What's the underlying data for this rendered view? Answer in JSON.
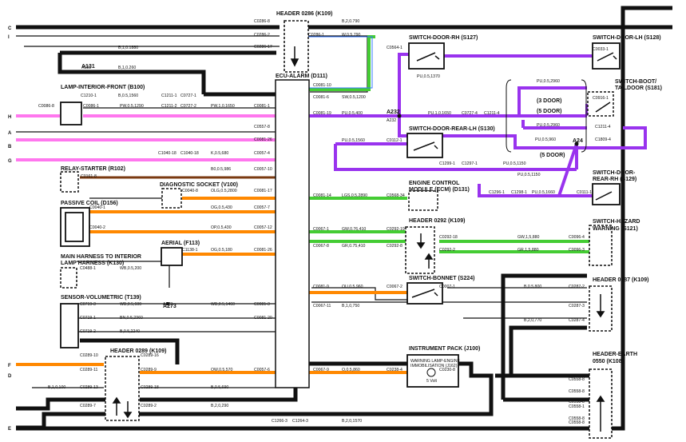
{
  "colors": {
    "black": "#111111",
    "purple": "#9933ee",
    "pink": "#ff77ee",
    "green": "#44cc33",
    "orange": "#ff8800",
    "brown": "#7a3a10",
    "blue": "#3377ff",
    "gray": "#999999"
  },
  "components": {
    "header_0286": "HEADER 0286 (K109)",
    "lamp_interior": "LAMP-INTERIOR-FRONT (B100)",
    "ecu_alarm": "ECU-ALARM (D111)",
    "relay_starter": "RELAY-STARTER (R102)",
    "diag_socket": "DIAGNOSTIC SOCKET (V100)",
    "passive_coil": "PASSIVE COIL (D156)",
    "aerial": "AERIAL (F113)",
    "main_harness_1": "MAIN HARNESS TO INTERIOR",
    "main_harness_2": "LAMP HARNESS (K130)",
    "sensor_volumetric": "SENSOR-VOLUMETRIC (T139)",
    "header_0289": "HEADER 0289 (K109)",
    "switch_door_rh": "SWITCH-DOOR-RH (S127)",
    "switch_door_lh": "SWITCH-DOOR-LH (S128)",
    "switch_boot_1": "SWITCH-BOOT/",
    "switch_boot_2": "TAILDOOR (S181)",
    "switch_door_rear_lh": "SWITCH-DOOR-REAR-LH (S130)",
    "switch_door_rear_rh_1": "SWITCH-DOOR-",
    "switch_door_rear_rh_2": "REAR-RH (S129)",
    "ecm_1": "ENGINE CONTROL",
    "ecm_2": "MODULE (ECM) (D131)",
    "header_0292": "HEADER 0292 (K109)",
    "hazard_1": "SWITCH-HAZARD",
    "hazard_2": "WARNING (S121)",
    "switch_bonnet": "SWITCH-BONNET (S224)",
    "header_0287": "HEADER 0287 (K109)",
    "instrument_pack": "INSTRUMENT PACK (J100)",
    "warning_lamp_1": "WARNING LAMP-ENGINE",
    "warning_lamp_2": "IMMOBILISATION (J162)",
    "header_earth_1": "HEADER-EARTH",
    "header_earth_2": "0550 (K108)",
    "door_3": "(3 DOOR)",
    "door_5a": "(5 DOOR)",
    "door_5b": "(5 DOOR)",
    "a24": "A24",
    "a232": "A232",
    "a131": "A131",
    "a273": "A273",
    "pin_5v": "5 Volt"
  },
  "side_labels": [
    "C",
    "I",
    "H",
    "A",
    "B",
    "G",
    "F",
    "D",
    "E"
  ],
  "labels": [
    "C0286-8",
    "B,2,0.790",
    "C0286-2",
    "C0286-1",
    "W,0.5,790",
    "C0286-17",
    "B,1,0.1880",
    "A131",
    "B,1,0.260",
    "C1210-1",
    "B,0.5,1560",
    "C1211-1",
    "C0727-1",
    "C0086-8",
    "C0086-1",
    "PW,0.5,1290",
    "C1211-2",
    "C0727-2",
    "PW,1,0,1650",
    "C0081-1",
    "C0081-10",
    "C0081-6",
    "SW,0.5,1200",
    "C0081-19",
    "PU,0.5,400",
    "A232",
    "C0557-8",
    "C0081-26",
    "C1040-18",
    "C1040-18",
    "K,0.5,680",
    "C0057-4",
    "B0,0.5,986",
    "C0057-10",
    "C0161-8",
    "C0040-8",
    "OLG,0.5,2800",
    "C0081-17",
    "C0040-1",
    "OG,0.5,430",
    "C0057-7",
    "C0040-2",
    "OP,0.5,430",
    "C0057-12",
    "C1138-1",
    "OG,0.5,180",
    "C0081-26",
    "C0488-1",
    "WB,0.5,200",
    "C0719-3",
    "WB,0.5,600",
    "A273",
    "WB,0.5,1460",
    "C0081-3",
    "C0719-1",
    "BN,0.5,2360",
    "C0081-20",
    "C0719-2",
    "B,0.5,2240",
    "C0289-10",
    "C0289-16",
    "C0289-11",
    "C0289-9",
    "OW,0.5,570",
    "C0057-6",
    "C0289-13",
    "C0289-18",
    "B,0.5,690",
    "B,1,0,100",
    "C0289-7",
    "C0289-2",
    "B,2,0,290",
    "C1266-3",
    "C1264-3",
    "B,2,0,1570",
    "C0564-1",
    "PU,0.5,1370",
    "PU,1,0,1650",
    "C0727-4",
    "C1211-4",
    "C0112-1",
    "PU,0.5,1560",
    "C1299-1",
    "C1297-1",
    "PU,0.5,1150",
    "C0033-1",
    "PU,0.5,2960",
    "C0916-1",
    "PU,0.5,2960",
    "C1211-4",
    "C1809-4",
    "PU,0.5,960",
    "PU,0.5,1150",
    "C1296-1",
    "C1298-1",
    "PU,0.5,1660",
    "C0111-1",
    "C0081-14",
    "LGS,0.5,2890",
    "C0568-34",
    "C0067-1",
    "GW,0.76,410",
    "C0292-19",
    "C0292-18",
    "GW,1,5,880",
    "C0096-4",
    "C0067-8",
    "GR,0.75,410",
    "C0292-8",
    "C0292-2",
    "GR,1,5,880",
    "C0096-3",
    "C0081-9",
    "OU,0.5,960",
    "C0067-2",
    "C0007-1",
    "B,0.5,800",
    "C0287-2",
    "C0067-11",
    "B,1,0,750",
    "C0287-3",
    "B,2,0,770",
    "C0287-4",
    "C0067-9",
    "O,0.5,860",
    "C0238-4",
    "C0230-8",
    "C0558-8",
    "C0558-8",
    "C0558-8",
    "C0558-1",
    "C0558-8",
    "C0558-8"
  ]
}
